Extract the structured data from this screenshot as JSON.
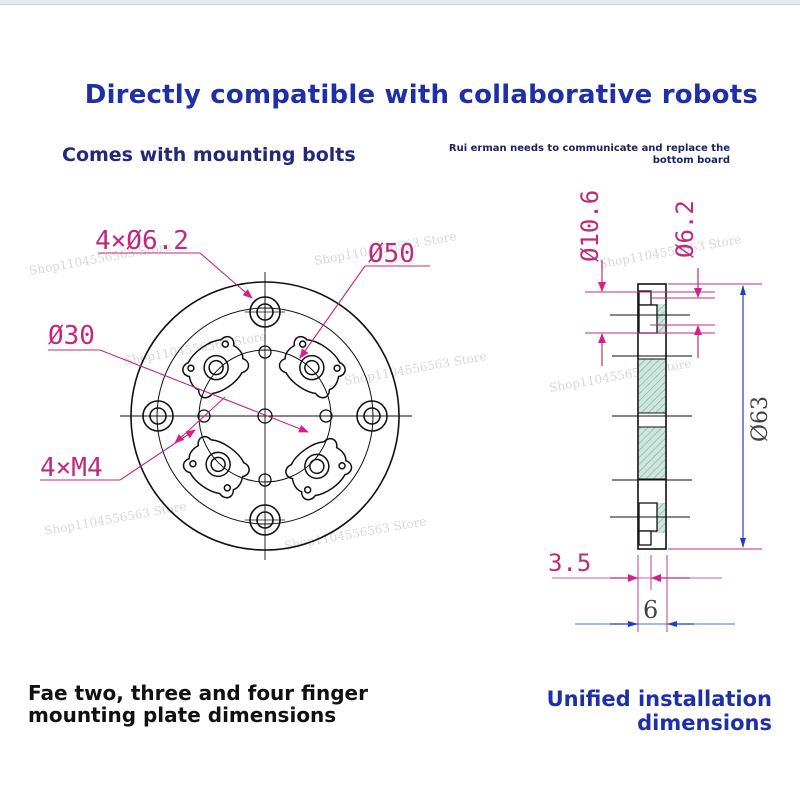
{
  "headline": "Directly compatible with collaborative robots",
  "captions": {
    "left": "Comes with mounting bolts",
    "right": "Rui erman needs to communicate and replace the bottom board"
  },
  "footer": {
    "left_line1": "Fae two, three and four finger",
    "left_line2": "mounting plate dimensions",
    "right_line1": "Unified installation",
    "right_line2": "dimensions"
  },
  "front_view": {
    "dim_bolt_holes": "4×Ø6.2",
    "dim_outer": "Ø50",
    "dim_inner": "Ø30",
    "dim_threads": "4×M4"
  },
  "side_view": {
    "dim_counterbore": "Ø10.6",
    "dim_hole": "Ø6.2",
    "dim_height": "Ø63",
    "dim_step": "3.5",
    "dim_thickness": "6"
  },
  "watermarks": [
    "Shop1104556563 Store",
    "Shop1104556563 Store",
    "Shop1104556563 Store",
    "Shop1104556563 Store",
    "Shop1104556563 Store",
    "Shop1104556563 Store",
    "Shop1104556563 Store",
    "Shop1104556563 Store"
  ],
  "colors": {
    "headline": "#1f2fa8",
    "dimension": "#c02a7d",
    "drawing": "#111111",
    "hatch": "#7fb6a6"
  }
}
